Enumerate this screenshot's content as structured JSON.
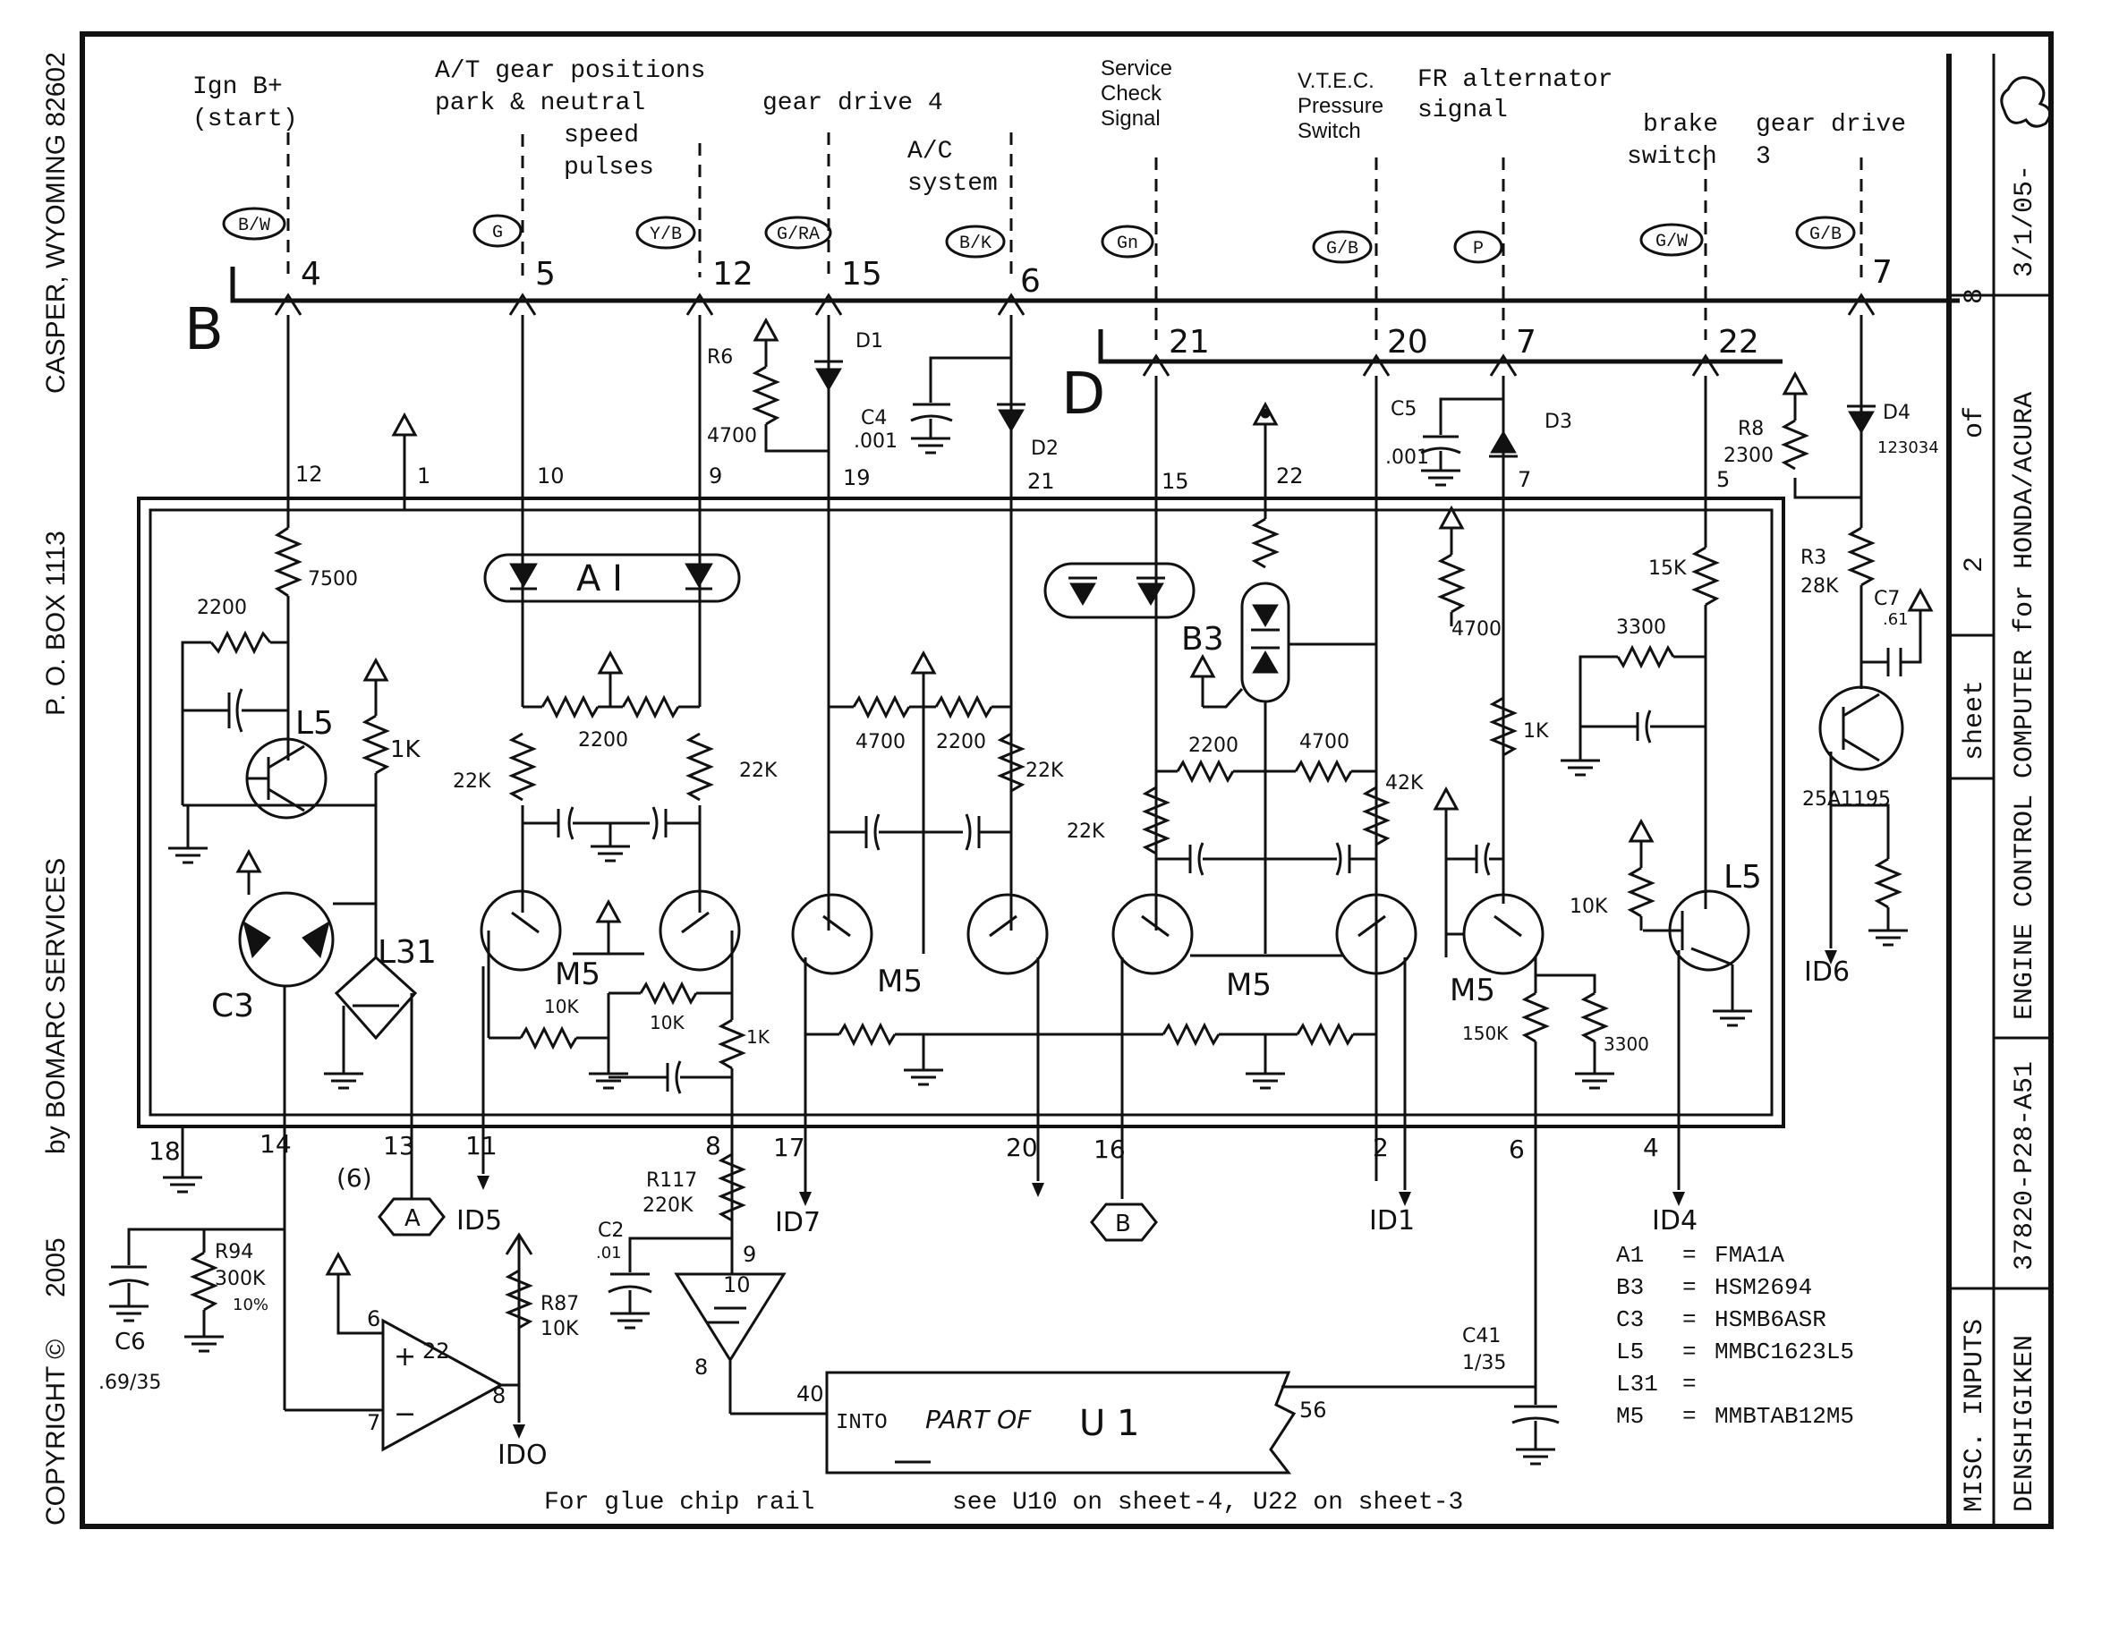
{
  "side_text": {
    "address1": "CASPER, WYOMING 82602",
    "address2": "P. O. BOX 1113",
    "author": "by BOMARC SERVICES",
    "year": "2005",
    "copyright": "COPYRIGHT ©"
  },
  "title_block": {
    "date": "3/1/05-",
    "sheet_total": "8",
    "of": "of",
    "sheet_num": "2",
    "sheet_label": "sheet",
    "title": "ENGINE CONTROL COMPUTER for HONDA/ACURA",
    "part_number": "37820-P28-A51",
    "section": "MISC. INPUTS",
    "manufacturer": "DENSHIGIKEN"
  },
  "connectors": {
    "b": "B",
    "d": "D"
  },
  "signals": {
    "ign1": "Ign B+",
    "ign2": "(start)",
    "at1": "A/T gear positions",
    "at2": "park & neutral",
    "speed1": "speed",
    "speed2": "pulses",
    "gd4": "gear drive 4",
    "ac1": "A/C",
    "ac2": "system",
    "svc1": "Service",
    "svc2": "Check",
    "svc3": "Signal",
    "vtec1": "V.T.E.C.",
    "vtec2": "Pressure",
    "vtec3": "Switch",
    "fr1": "FR alternator",
    "fr2": "signal",
    "brake1": "brake",
    "brake2": "switch",
    "gd3a": "gear drive",
    "gd3b": "3"
  },
  "wire_colors": {
    "bw": "B/W",
    "g": "G",
    "yb": "Y/B",
    "gra": "G/RA",
    "bk": "B/K",
    "gn": "Gn",
    "gb1": "G/B",
    "p": "P",
    "gw": "G/W",
    "gb2": "G/B"
  },
  "pins": {
    "b4": "4",
    "b5": "5",
    "b12": "12",
    "b15": "15",
    "b6": "6",
    "b7": "7",
    "d21": "21",
    "d20": "20",
    "d7": "7",
    "d22": "22",
    "m12": "12",
    "m1": "1",
    "m10": "10",
    "m9": "9",
    "m19": "19",
    "m21": "21",
    "m15": "15",
    "m22": "22",
    "m7": "7",
    "m5": "5",
    "bot18": "18",
    "bot14": "14",
    "bot13": "13",
    "bot6p": "(6)",
    "bot11": "11",
    "bot8": "8",
    "bot17": "17",
    "bot20": "20",
    "bot16": "16",
    "bot2": "2",
    "bot6": "6",
    "bot4": "4",
    "u9": "9",
    "u10": "10",
    "u8": "8",
    "op6": "6",
    "op7": "7",
    "op8": "8",
    "op22": "22",
    "u40": "40",
    "u56": "56"
  },
  "components": {
    "r6": "R6",
    "r6v": "4700",
    "d1": "D1",
    "c4": "C4",
    "c4v": ".001",
    "d2": "D2",
    "c5": "C5",
    "c5v": ".001",
    "d3": "D3",
    "r8": "R8",
    "r8v": "2300",
    "d4": "D4",
    "d4v": "123034",
    "r3": "R3",
    "r3v": "28K",
    "c7": "C7",
    "c7v": ".61",
    "q25": "25A1195",
    "r7500": "7500",
    "r2200a": "2200",
    "l5a": "L5",
    "r1ka": "1K",
    "c3": "C3",
    "l31": "L31",
    "a1": "A I",
    "r2200b": "2200",
    "r22ka": "22K",
    "r22kb": "22K",
    "r4700a": "4700",
    "r2200c": "2200",
    "r22kc": "22K",
    "m5a": "M5",
    "m5b": "M5",
    "m5c": "M5",
    "m5d": "M5",
    "r10ka": "10K",
    "r10kb": "10K",
    "r1kb": "1K",
    "b3": "B3",
    "r22kd": "22K",
    "r2200d": "2200",
    "r4700b": "4700",
    "r42k": "42K",
    "r4700c": "4700",
    "r1kc": "1K",
    "r15k": "15K",
    "r3300a": "3300",
    "r10kc": "10K",
    "r150k": "150K",
    "r3300b": "3300",
    "l5b": "L5",
    "r117": "R117",
    "r117v": "220K",
    "c2": "C2",
    "c2v": ".01",
    "r94": "R94",
    "r94v": "300K",
    "r94t": "10%",
    "c6": "C6",
    "c6v": ".69/35",
    "r87": "R87",
    "r87v": "10K",
    "c41": "C41",
    "c41v": "1/35",
    "u1a": "INTO",
    "u1b": "PART OF",
    "u1c": "U 1",
    "opamp": "+",
    "opminus": "−"
  },
  "outputs": {
    "id0": "IDO",
    "id5": "ID5",
    "id7": "ID7",
    "id1": "ID1",
    "id4": "ID4",
    "id6": "ID6",
    "a": "A",
    "b": "B"
  },
  "parts_list": [
    {
      "ref": "A1",
      "part": "FMA1A"
    },
    {
      "ref": "B3",
      "part": "HSM2694"
    },
    {
      "ref": "C3",
      "part": "HSMB6ASR"
    },
    {
      "ref": "L5",
      "part": "MMBC1623L5"
    },
    {
      "ref": "L31",
      "part": ""
    },
    {
      "ref": "M5",
      "part": "MMBTAB12M5"
    }
  ],
  "footer": {
    "left": "For glue chip rail",
    "right": "see  U10 on sheet-4, U22 on sheet-3"
  }
}
